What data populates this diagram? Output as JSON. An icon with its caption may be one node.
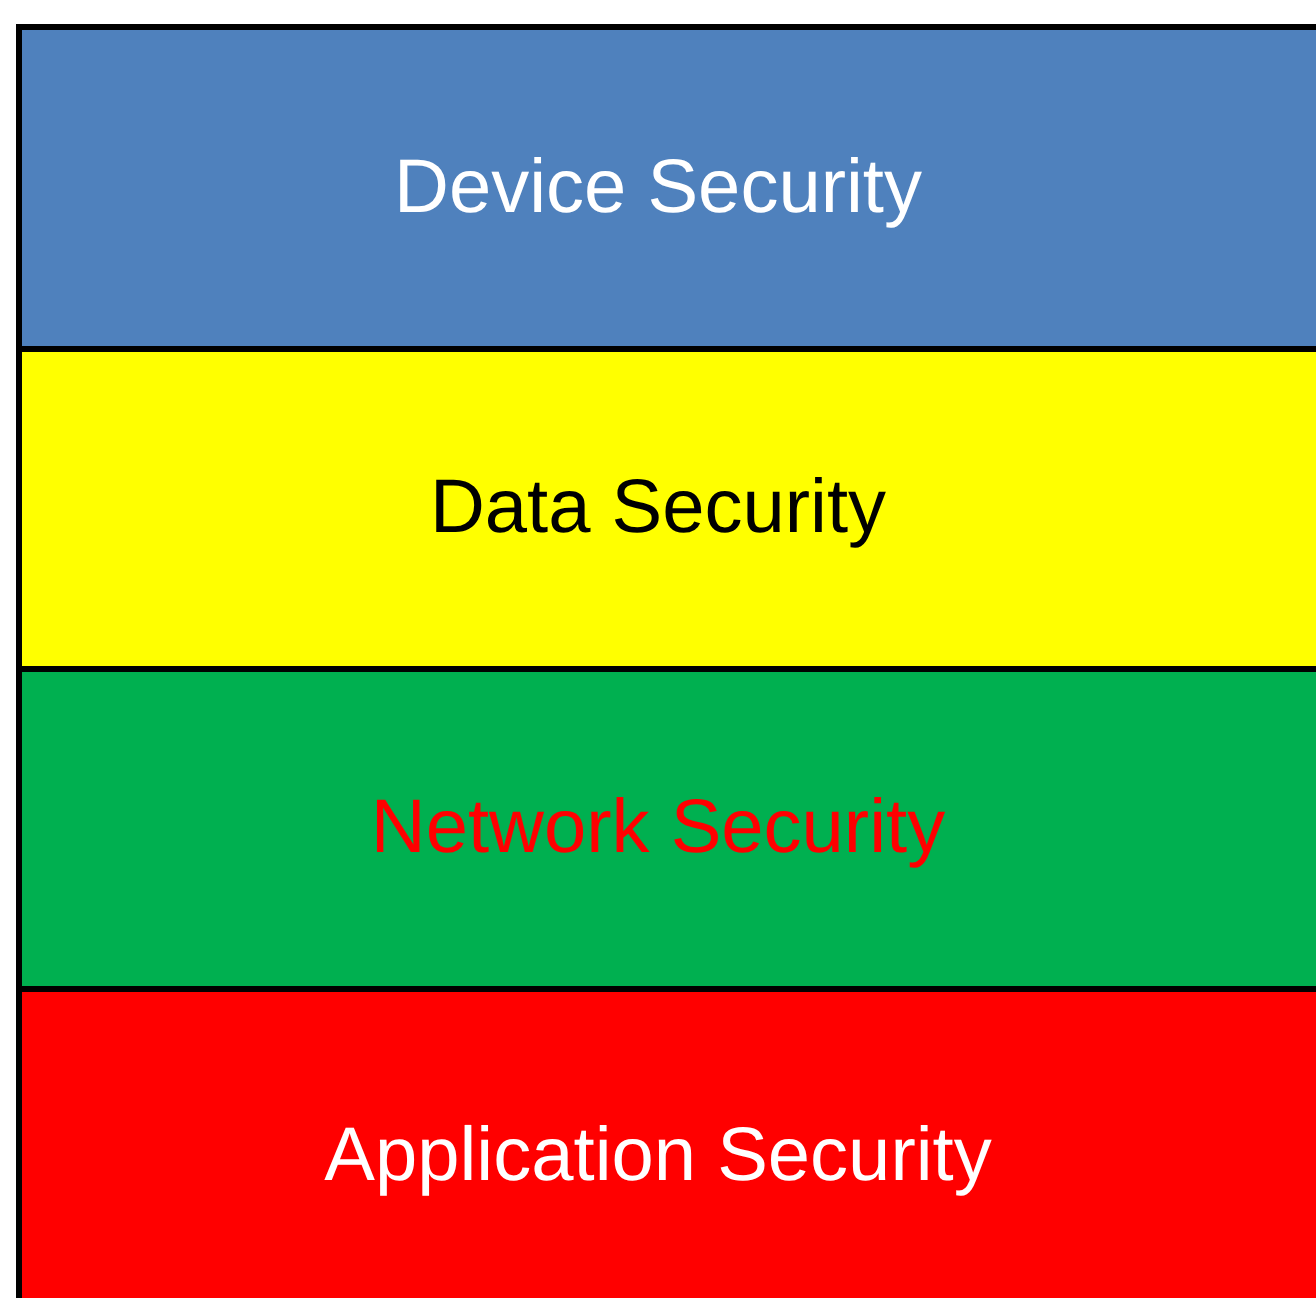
{
  "diagram": {
    "nodes": [
      {
        "text": [
          "Device Security"
        ]
      },
      {
        "text": [
          "Data Security"
        ]
      },
      {
        "text": [
          "Network Security"
        ]
      },
      {
        "text": [
          "Application Security"
        ]
      }
    ]
  }
}
